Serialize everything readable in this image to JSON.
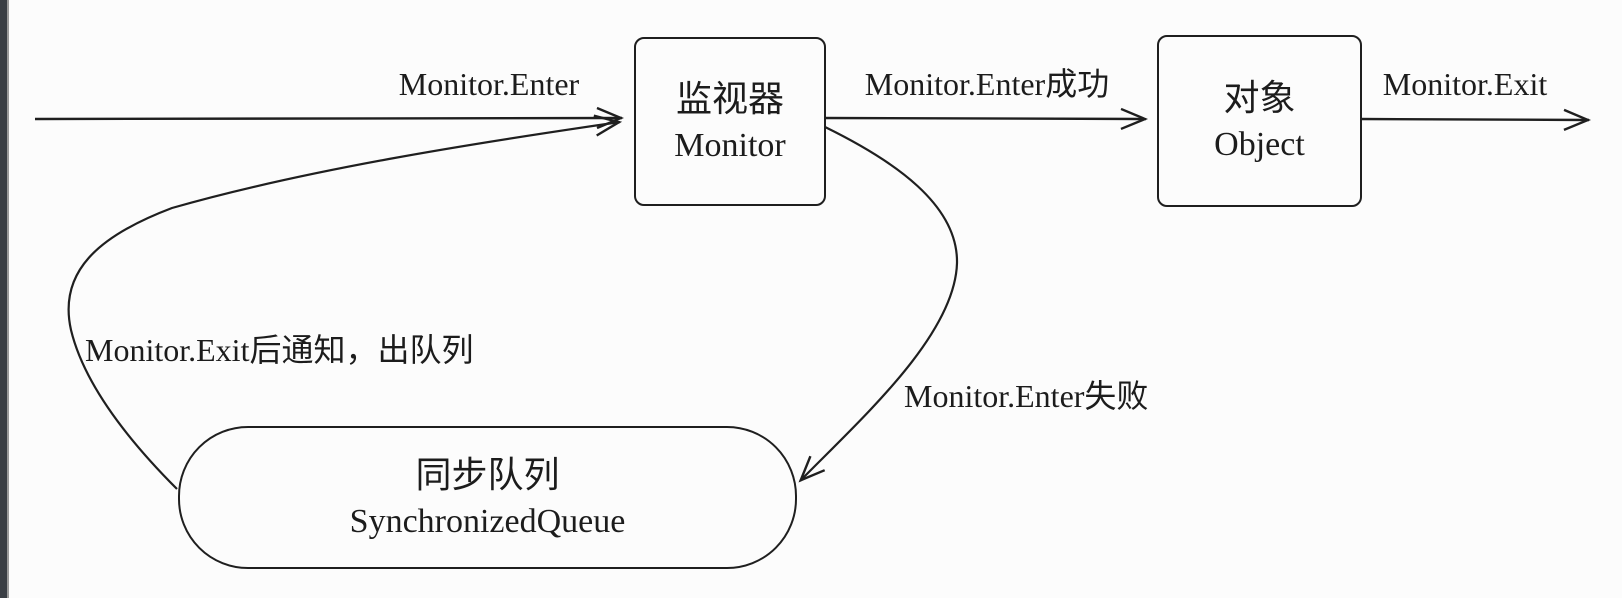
{
  "diagram": {
    "nodes": {
      "monitor": {
        "line1": "监视器",
        "line2": "Monitor"
      },
      "object": {
        "line1": "对象",
        "line2": "Object"
      },
      "sync_queue": {
        "line1": "同步队列",
        "line2": "SynchronizedQueue"
      }
    },
    "edge_labels": {
      "enter": "Monitor.Enter",
      "enter_success": "Monitor.Enter成功",
      "exit": "Monitor.Exit",
      "enter_fail": "Monitor.Enter失败",
      "notify_dequeue": "Monitor.Exit后通知，出队列"
    },
    "colors": {
      "stroke": "#1f1f1f",
      "background": "#fcfcfc",
      "left_bar": "#3a3e44"
    }
  }
}
